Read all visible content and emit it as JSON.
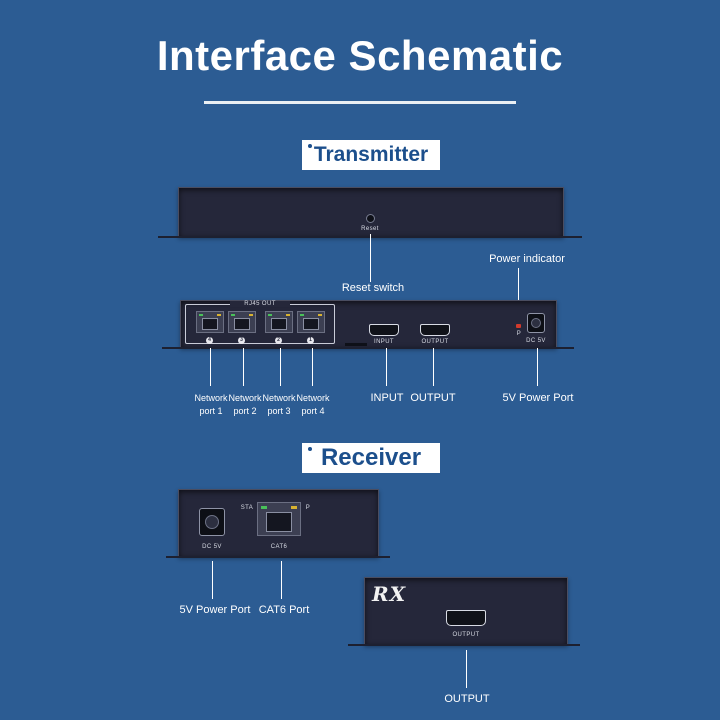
{
  "title": "Interface Schematic",
  "colors": {
    "background": "#2c5c93",
    "device": "#25273a",
    "badge_text": "#1c4f8c"
  },
  "transmitter": {
    "badge": "Transmitter",
    "top_view": {
      "reset_label": "Reset"
    },
    "front_panel": {
      "rj45_header": "RJ45 OUT",
      "port_numbers": [
        "4",
        "3",
        "2",
        "1"
      ],
      "input_label": "INPUT",
      "output_label": "OUTPUT",
      "dc_label": "DC 5V",
      "led_label": "P"
    },
    "callouts": {
      "reset_switch": "Reset switch",
      "power_indicator": "Power indicator",
      "ports": [
        {
          "line1": "Network",
          "line2": "port 1"
        },
        {
          "line1": "Network",
          "line2": "port 2"
        },
        {
          "line1": "Network",
          "line2": "port 3"
        },
        {
          "line1": "Network",
          "line2": "port 4"
        }
      ],
      "input": "INPUT",
      "output": "OUTPUT",
      "power_port": "5V Power Port"
    }
  },
  "receiver": {
    "badge": "Receiver",
    "panel_a": {
      "dc_label": "DC 5V",
      "cat6_label": "CAT6",
      "sta_label": "STA",
      "p_label": "P"
    },
    "panel_b": {
      "logo": "RX",
      "output_label": "OUTPUT"
    },
    "callouts": {
      "power_port": "5V Power Port",
      "cat6_port": "CAT6 Port",
      "output": "OUTPUT"
    }
  }
}
